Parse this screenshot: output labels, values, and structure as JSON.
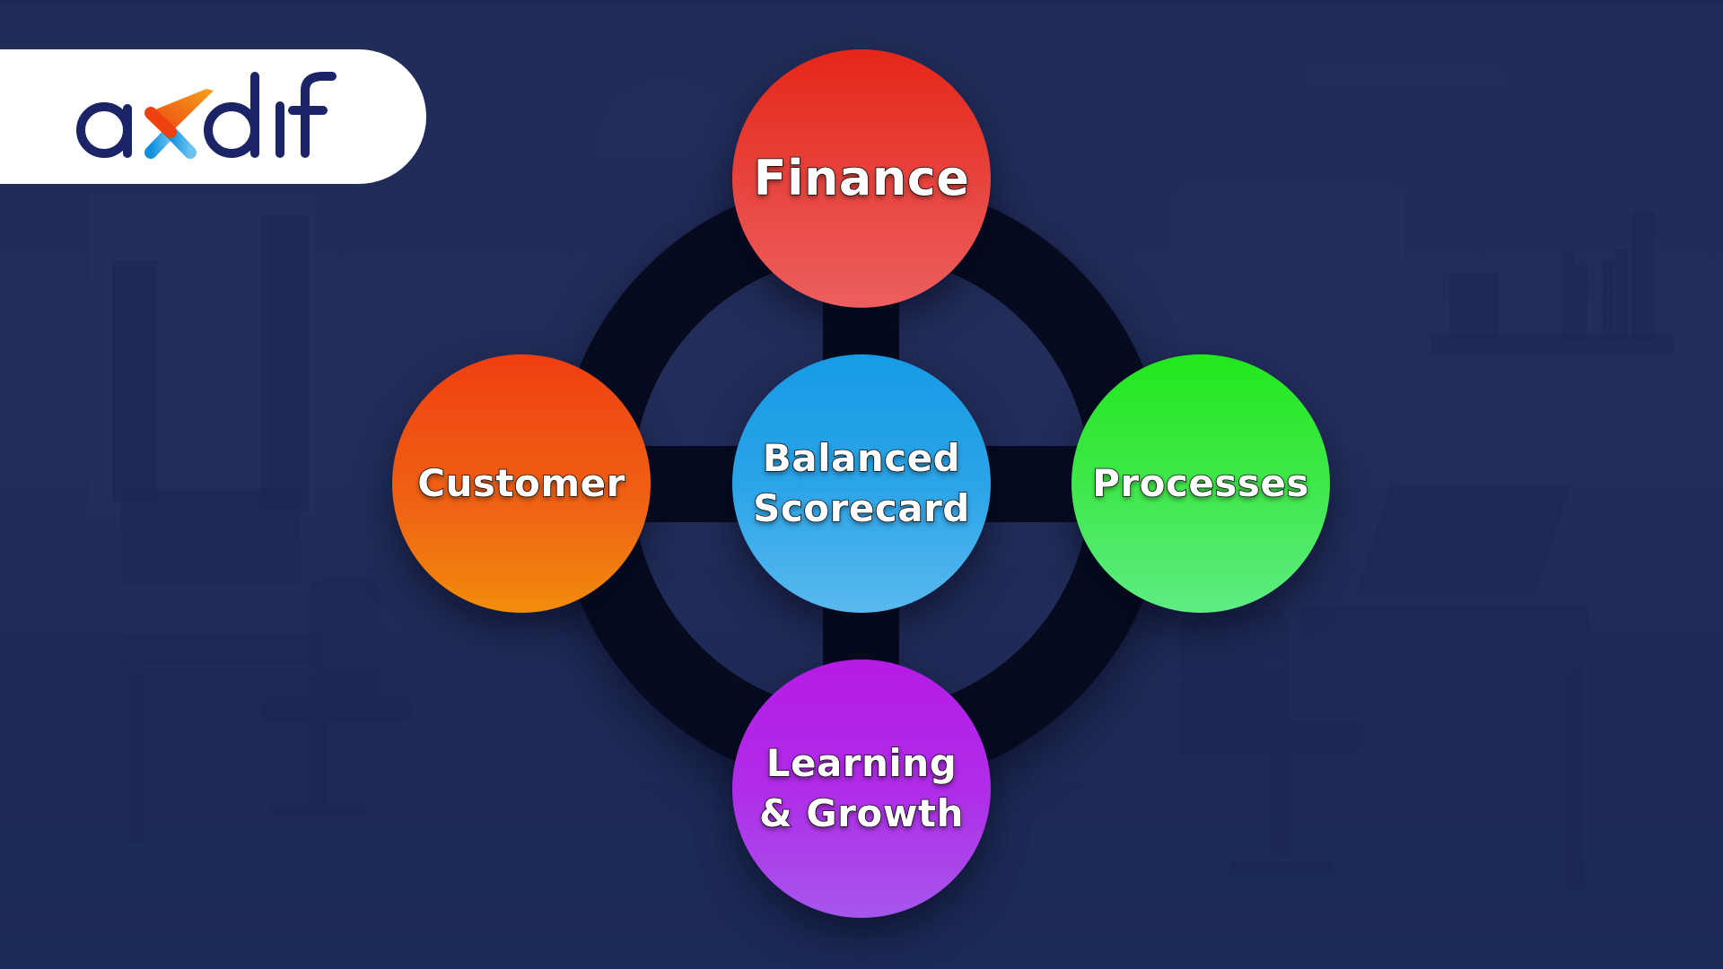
{
  "brand": {
    "name": "axdif",
    "colors": {
      "letters": "#1a2466",
      "check_orange_start": "#ee4112",
      "check_orange_end": "#f4a21a",
      "x_blue_start": "#0f8fe0",
      "x_blue_end": "#6cc3ef",
      "logo_box_bg": "#ffffff"
    }
  },
  "diagram": {
    "title": "Balanced Scorecard",
    "center": {
      "label": "Balanced\nScorecard",
      "color": "#22a0e6"
    },
    "perspectives": [
      {
        "id": "finance",
        "label": "Finance",
        "position": "top",
        "color": "#e6352a"
      },
      {
        "id": "customer",
        "label": "Customer",
        "position": "left",
        "color": "#f0601a"
      },
      {
        "id": "processes",
        "label": "Processes",
        "position": "right",
        "color": "#34e83a"
      },
      {
        "id": "learning",
        "label": "Learning\n& Growth",
        "position": "bottom",
        "color": "#b226e8"
      }
    ],
    "ring_color": "#060b20",
    "background_color": "#212c58"
  }
}
